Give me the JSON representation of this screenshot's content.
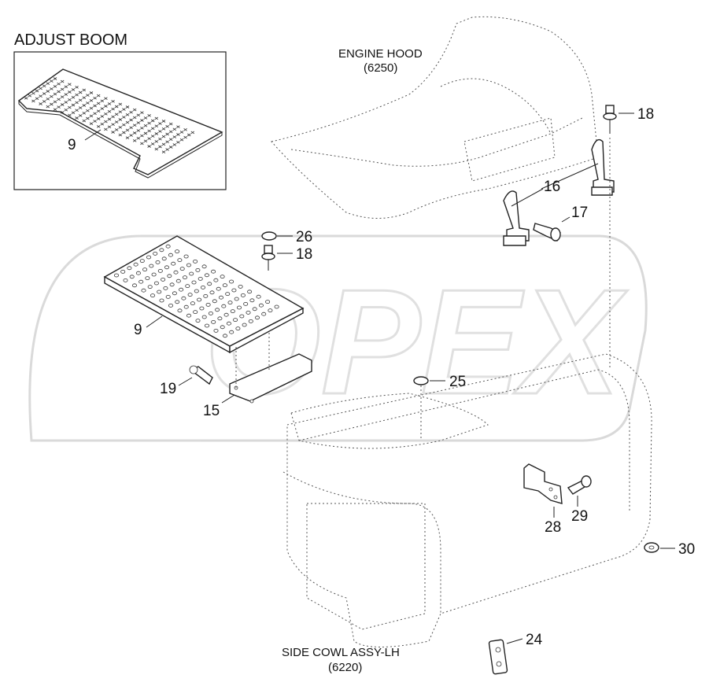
{
  "diagram": {
    "inset_title": "ADJUST BOOM",
    "assemblies": {
      "engine_hood_name": "ENGINE HOOD",
      "engine_hood_code": "(6250)",
      "side_cowl_name": "SIDE COWL ASSY-LH",
      "side_cowl_code": "(6220)"
    },
    "callouts": {
      "inset_plate": "9",
      "plate": "9",
      "bolt_top_right": "18",
      "latch_right": "16",
      "nut_17": "17",
      "cap_26": "26",
      "bolt_18": "18",
      "bolt_19": "19",
      "bracket_15": "15",
      "cap_25": "25",
      "bracket_28": "28",
      "bolt_29": "29",
      "washer_30": "30",
      "strap_24": "24"
    },
    "watermark": "OPEX"
  }
}
